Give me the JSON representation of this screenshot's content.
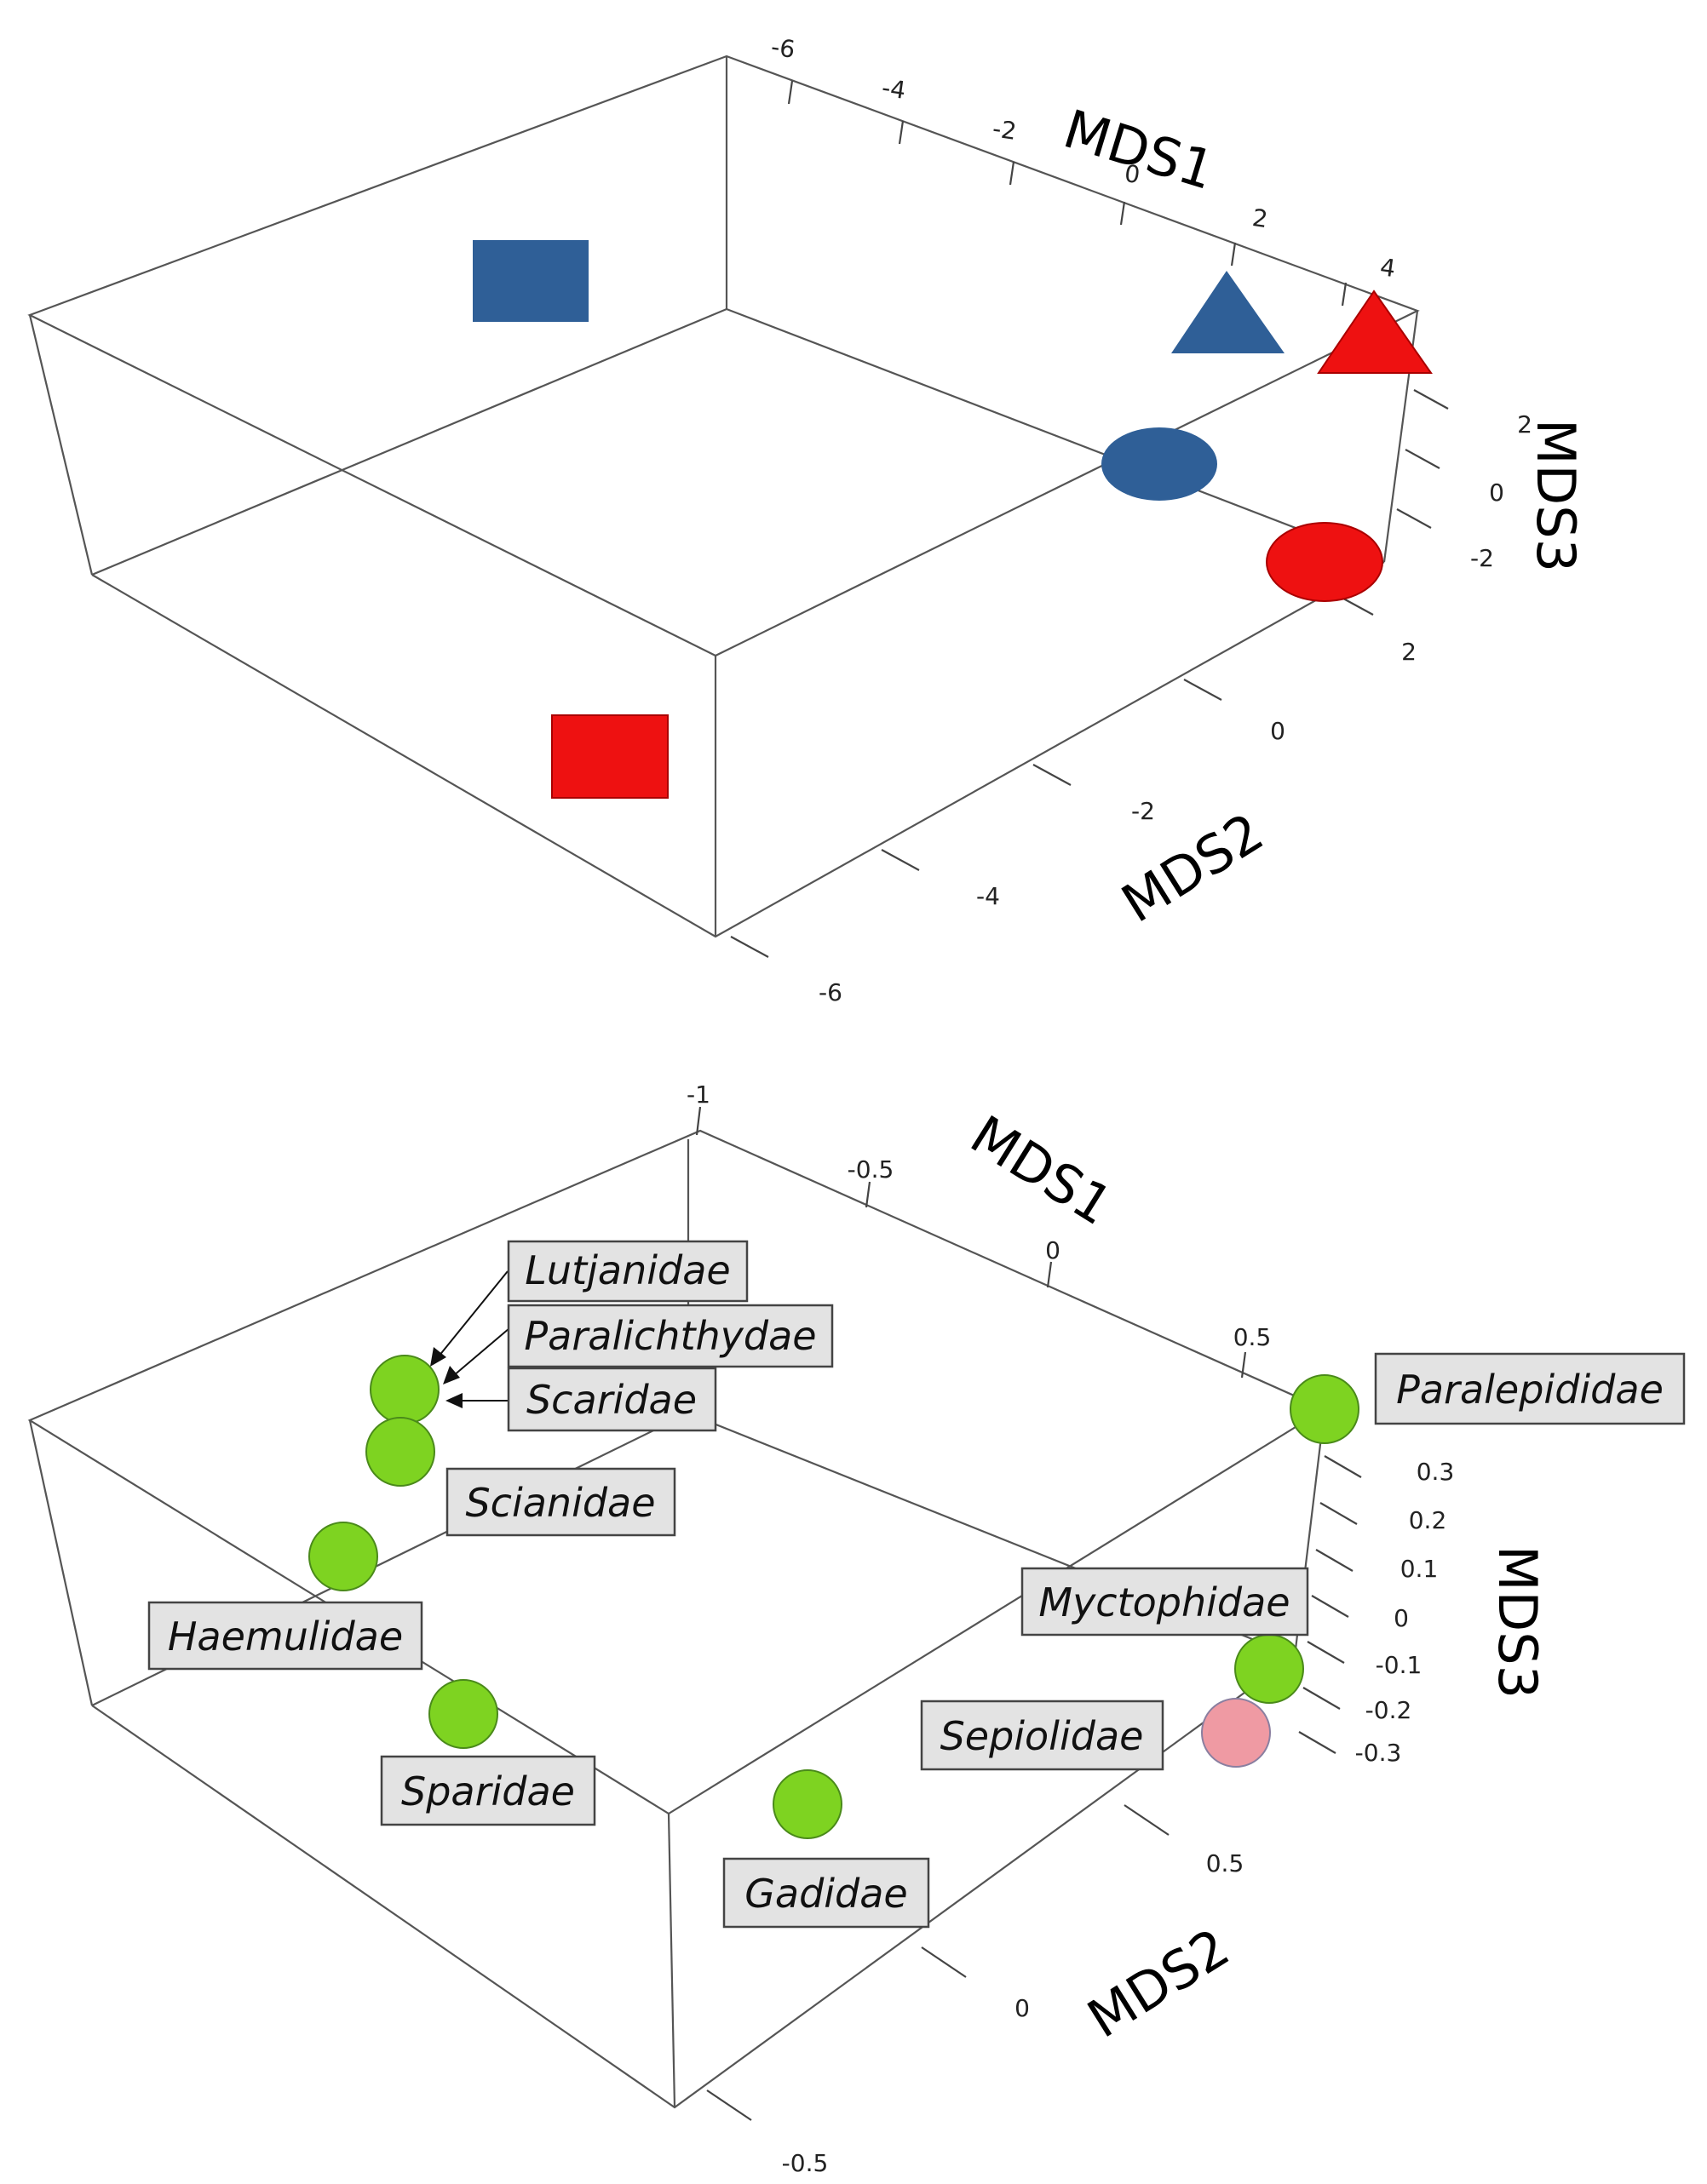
{
  "chart_data": [
    {
      "type": "scatter",
      "title": "",
      "axes": {
        "x": {
          "label": "MDS1",
          "ticks": [
            -6,
            -4,
            -2,
            0,
            2,
            4
          ]
        },
        "y": {
          "label": "MDS2",
          "ticks": [
            -6,
            -4,
            -2,
            0,
            2
          ]
        },
        "z": {
          "label": "MDS3",
          "ticks": [
            -2,
            0,
            2
          ]
        }
      },
      "points": [
        {
          "shape": "square",
          "color": "#2f5f97",
          "x": -5.2,
          "y": 4.2,
          "z": 3.2
        },
        {
          "shape": "triangle",
          "color": "#2f5f97",
          "x": 2.2,
          "y": 3.8,
          "z": 2.8
        },
        {
          "shape": "triangle",
          "color": "#ee1111",
          "x": 4.2,
          "y": 3.4,
          "z": 2.6
        },
        {
          "shape": "circle",
          "color": "#2f5f97",
          "x": 0.3,
          "y": 2.2,
          "z": 0.5
        },
        {
          "shape": "circle",
          "color": "#ee1111",
          "x": 3.8,
          "y": 1.6,
          "z": -1.8
        },
        {
          "shape": "square",
          "color": "#ee1111",
          "x": -3.5,
          "y": -2.0,
          "z": -2.8
        }
      ]
    },
    {
      "type": "scatter",
      "title": "",
      "axes": {
        "x": {
          "label": "MDS1",
          "ticks": [
            -1,
            -0.5,
            0,
            0.5
          ]
        },
        "y": {
          "label": "MDS2",
          "ticks": [
            -0.5,
            0,
            0.5
          ]
        },
        "z": {
          "label": "MDS3",
          "ticks": [
            0.3,
            0.2,
            0.1,
            0,
            -0.1,
            -0.2,
            -0.3
          ]
        }
      },
      "points": [
        {
          "label": "Lutjanidae",
          "color": "#7ed321",
          "x": -0.9,
          "y": 0.35,
          "z": 0.28
        },
        {
          "label": "Paralichthydae",
          "color": "#7ed321",
          "x": -0.9,
          "y": 0.35,
          "z": 0.28
        },
        {
          "label": "Scaridae",
          "color": "#7ed321",
          "x": -0.9,
          "y": 0.35,
          "z": 0.28
        },
        {
          "label": "Scianidae",
          "color": "#7ed321",
          "x": -0.92,
          "y": 0.33,
          "z": 0.18
        },
        {
          "label": "Haemulidae",
          "color": "#7ed321",
          "x": -1.0,
          "y": 0.25,
          "z": 0.1
        },
        {
          "label": "Sparidae",
          "color": "#7ed321",
          "x": -0.85,
          "y": 0.05,
          "z": -0.1
        },
        {
          "label": "Gadidae",
          "color": "#7ed321",
          "x": -0.3,
          "y": -0.1,
          "z": -0.2
        },
        {
          "label": "Myctophidae",
          "color": "#7ed321",
          "x": 0.75,
          "y": 0.3,
          "z": -0.05
        },
        {
          "label": "Sepiolidae",
          "color": "#ef9aa3",
          "x": 0.7,
          "y": 0.25,
          "z": -0.3
        },
        {
          "label": "Paralepididae",
          "color": "#7ed321",
          "x": 0.85,
          "y": 0.55,
          "z": 0.3
        }
      ]
    }
  ]
}
